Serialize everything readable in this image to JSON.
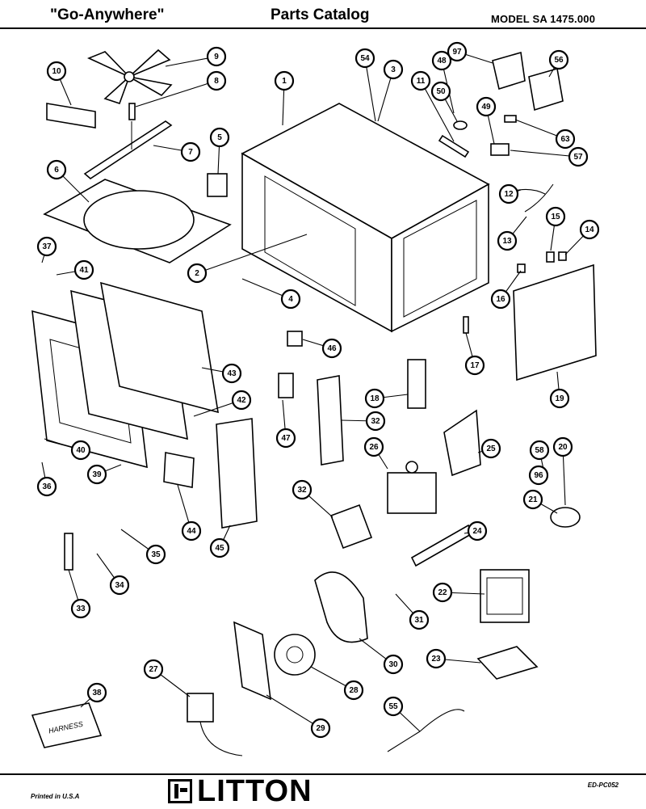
{
  "header": {
    "left_title": "\"Go-Anywhere\"",
    "center_title": "Parts Catalog",
    "model": "MODEL SA 1475.000"
  },
  "footer": {
    "printed": "Printed in U.S.A",
    "brand": "LITTON",
    "code": "ED-PC052"
  },
  "labels": {
    "harness": "HARNESS"
  },
  "callouts": [
    {
      "n": "1"
    },
    {
      "n": "2"
    },
    {
      "n": "3"
    },
    {
      "n": "4"
    },
    {
      "n": "5"
    },
    {
      "n": "6"
    },
    {
      "n": "7"
    },
    {
      "n": "8"
    },
    {
      "n": "9"
    },
    {
      "n": "10"
    },
    {
      "n": "11"
    },
    {
      "n": "12"
    },
    {
      "n": "13"
    },
    {
      "n": "14"
    },
    {
      "n": "15"
    },
    {
      "n": "16"
    },
    {
      "n": "17"
    },
    {
      "n": "18"
    },
    {
      "n": "19"
    },
    {
      "n": "20"
    },
    {
      "n": "21"
    },
    {
      "n": "22"
    },
    {
      "n": "23"
    },
    {
      "n": "24"
    },
    {
      "n": "25"
    },
    {
      "n": "26"
    },
    {
      "n": "27"
    },
    {
      "n": "28"
    },
    {
      "n": "29"
    },
    {
      "n": "30"
    },
    {
      "n": "31"
    },
    {
      "n": "32"
    },
    {
      "n": "32"
    },
    {
      "n": "33"
    },
    {
      "n": "34"
    },
    {
      "n": "35"
    },
    {
      "n": "36"
    },
    {
      "n": "37"
    },
    {
      "n": "38"
    },
    {
      "n": "39"
    },
    {
      "n": "40"
    },
    {
      "n": "41"
    },
    {
      "n": "42"
    },
    {
      "n": "43"
    },
    {
      "n": "44"
    },
    {
      "n": "45"
    },
    {
      "n": "46"
    },
    {
      "n": "47"
    },
    {
      "n": "48"
    },
    {
      "n": "49"
    },
    {
      "n": "50"
    },
    {
      "n": "54"
    },
    {
      "n": "55"
    },
    {
      "n": "56"
    },
    {
      "n": "57"
    },
    {
      "n": "58"
    },
    {
      "n": "63"
    },
    {
      "n": "96"
    },
    {
      "n": "97"
    },
    {
      "n": "10"
    }
  ]
}
